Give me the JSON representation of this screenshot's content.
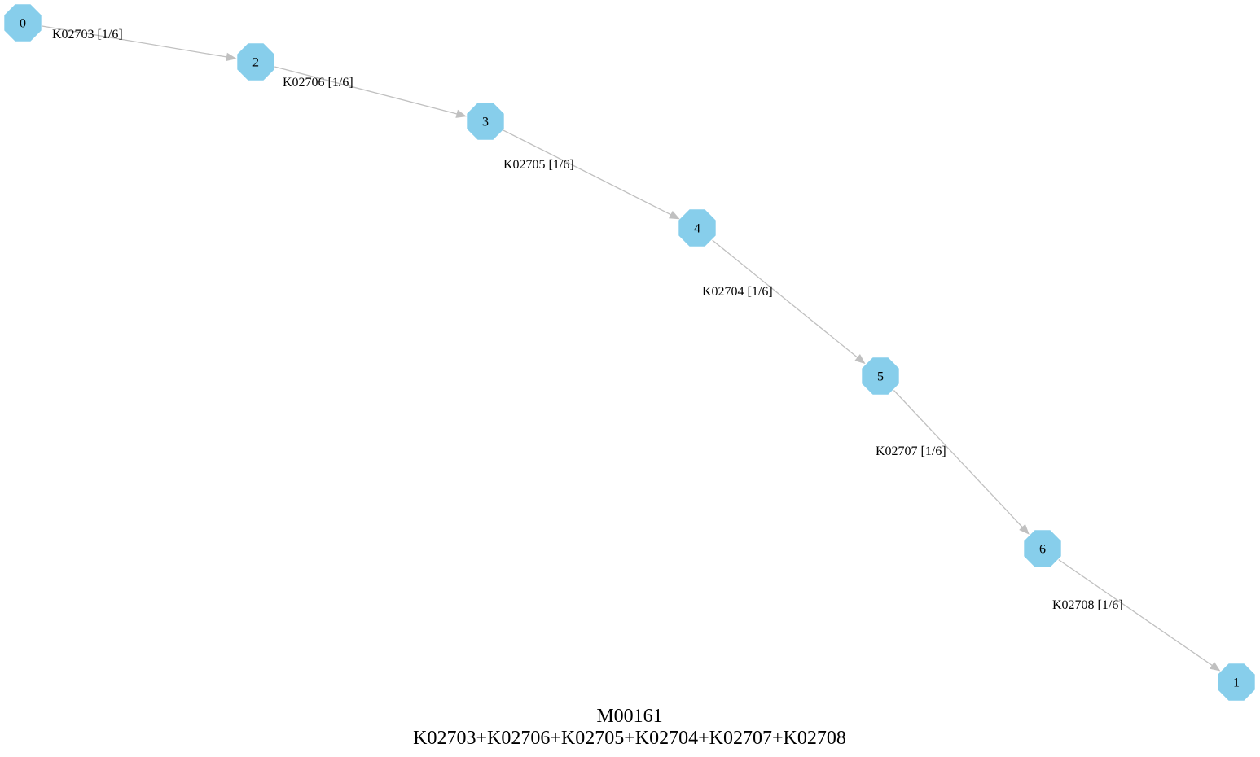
{
  "diagram": {
    "title": "M00161",
    "subtitle": "K02703+K02706+K02705+K02704+K02707+K02708",
    "colors": {
      "node_fill": "#87ceeb",
      "edge": "#c0c0c0",
      "text": "#000000",
      "background": "#ffffff"
    },
    "node_shape": "octagon",
    "nodes": [
      {
        "id": "0",
        "label": "0"
      },
      {
        "id": "2",
        "label": "2"
      },
      {
        "id": "3",
        "label": "3"
      },
      {
        "id": "4",
        "label": "4"
      },
      {
        "id": "5",
        "label": "5"
      },
      {
        "id": "6",
        "label": "6"
      },
      {
        "id": "1",
        "label": "1"
      }
    ],
    "edges": [
      {
        "from": "0",
        "to": "2",
        "label": "K02703 [1/6]"
      },
      {
        "from": "2",
        "to": "3",
        "label": "K02706 [1/6]"
      },
      {
        "from": "3",
        "to": "4",
        "label": "K02705 [1/6]"
      },
      {
        "from": "4",
        "to": "5",
        "label": "K02704 [1/6]"
      },
      {
        "from": "5",
        "to": "6",
        "label": "K02707 [1/6]"
      },
      {
        "from": "6",
        "to": "1",
        "label": "K02708 [1/6]"
      }
    ]
  }
}
